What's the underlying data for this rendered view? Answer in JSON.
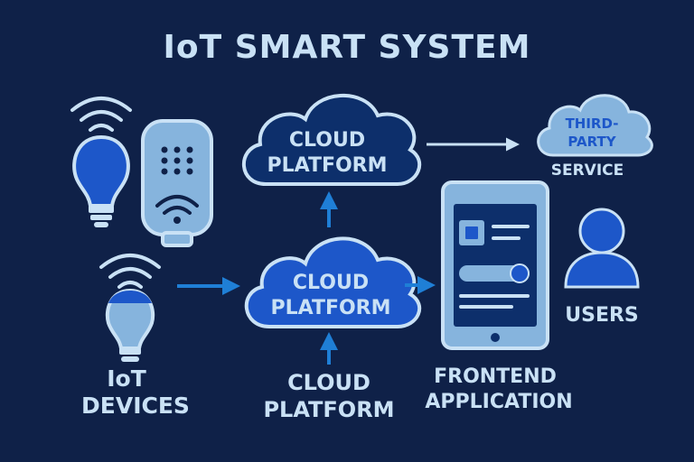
{
  "title": "IoT SMART SYSTEM",
  "top_cloud": {
    "line1": "CLOUD",
    "line2": "PLATFORM"
  },
  "middle_cloud": {
    "line1": "CLOUD",
    "line2": "PLATFORM"
  },
  "third_party": {
    "line1": "THIRD-",
    "line2": "PARTY",
    "caption": "SERVICE"
  },
  "labels": {
    "iot_devices_line1": "IoT",
    "iot_devices_line2": "DEVICES",
    "bottom_cloud_line1": "CLOUD",
    "bottom_cloud_line2": "PLATFORM",
    "frontend_line1": "FRONTEND",
    "frontend_line2": "APPLICATION",
    "users": "USERS"
  },
  "colors": {
    "background": "#0f2148",
    "outline": "#c9e1f5",
    "primary_blue": "#1d57c9",
    "light_blue": "#86b4dd",
    "arrow_blue": "#1f7fd6",
    "cloud_fill": "#0d2f6b",
    "title_text": "#c9e1f5"
  },
  "icons": [
    "wifi-icon",
    "light-bulb-icon",
    "smart-plug-icon",
    "smartphone-icon",
    "user-icon",
    "arrow-icon"
  ]
}
